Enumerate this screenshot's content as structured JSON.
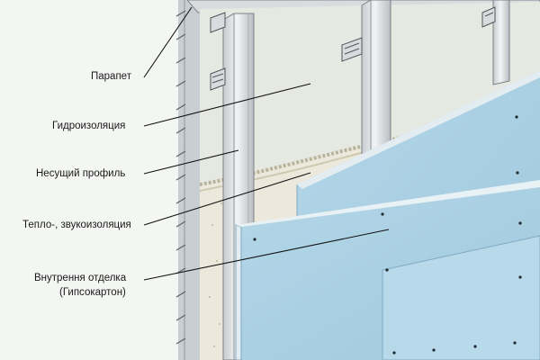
{
  "callouts": {
    "parapet": "Парапет",
    "waterproofing": "Гидроизоляция",
    "bearing_profile": "Несущий профиль",
    "insulation": "Тепло-, звукоизоляция",
    "inner_finish_line1": "Внутрення отделка",
    "inner_finish_line2": "(Гипсокартон)"
  },
  "colors": {
    "background": "#f4f6f3",
    "brick_wall": "#c9ced3",
    "waterproofing_membrane": "#e6e8e2",
    "insulation": "#ece9dc",
    "steel_profile": "#dfe2e4",
    "drywall_panel": "#a9cfe3",
    "drywall_edge": "#e3edf1",
    "leader_line": "#111111"
  },
  "icons": {
    "bracket": "wall-mount-bracket-icon",
    "screw": "screw-dot-icon"
  }
}
